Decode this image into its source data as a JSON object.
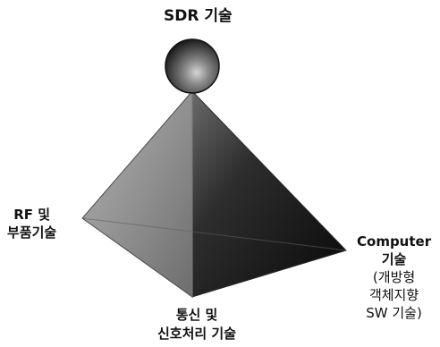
{
  "diagram": {
    "top_label": "SDR 기술",
    "left_label": [
      "RF 및",
      "부품기술"
    ],
    "bottom_label": [
      "통신 및",
      "신호처리 기술"
    ],
    "right_label": [
      "Computer",
      "기술",
      "(개방형",
      "객체지향",
      "SW 기술)"
    ]
  },
  "colors": {
    "left_face": "#8f8f8f",
    "right_face": "#1d1d1d",
    "edge": "#555555",
    "sphere_dark": "#1e1e1e",
    "sphere_light": "#d8d8d8"
  }
}
